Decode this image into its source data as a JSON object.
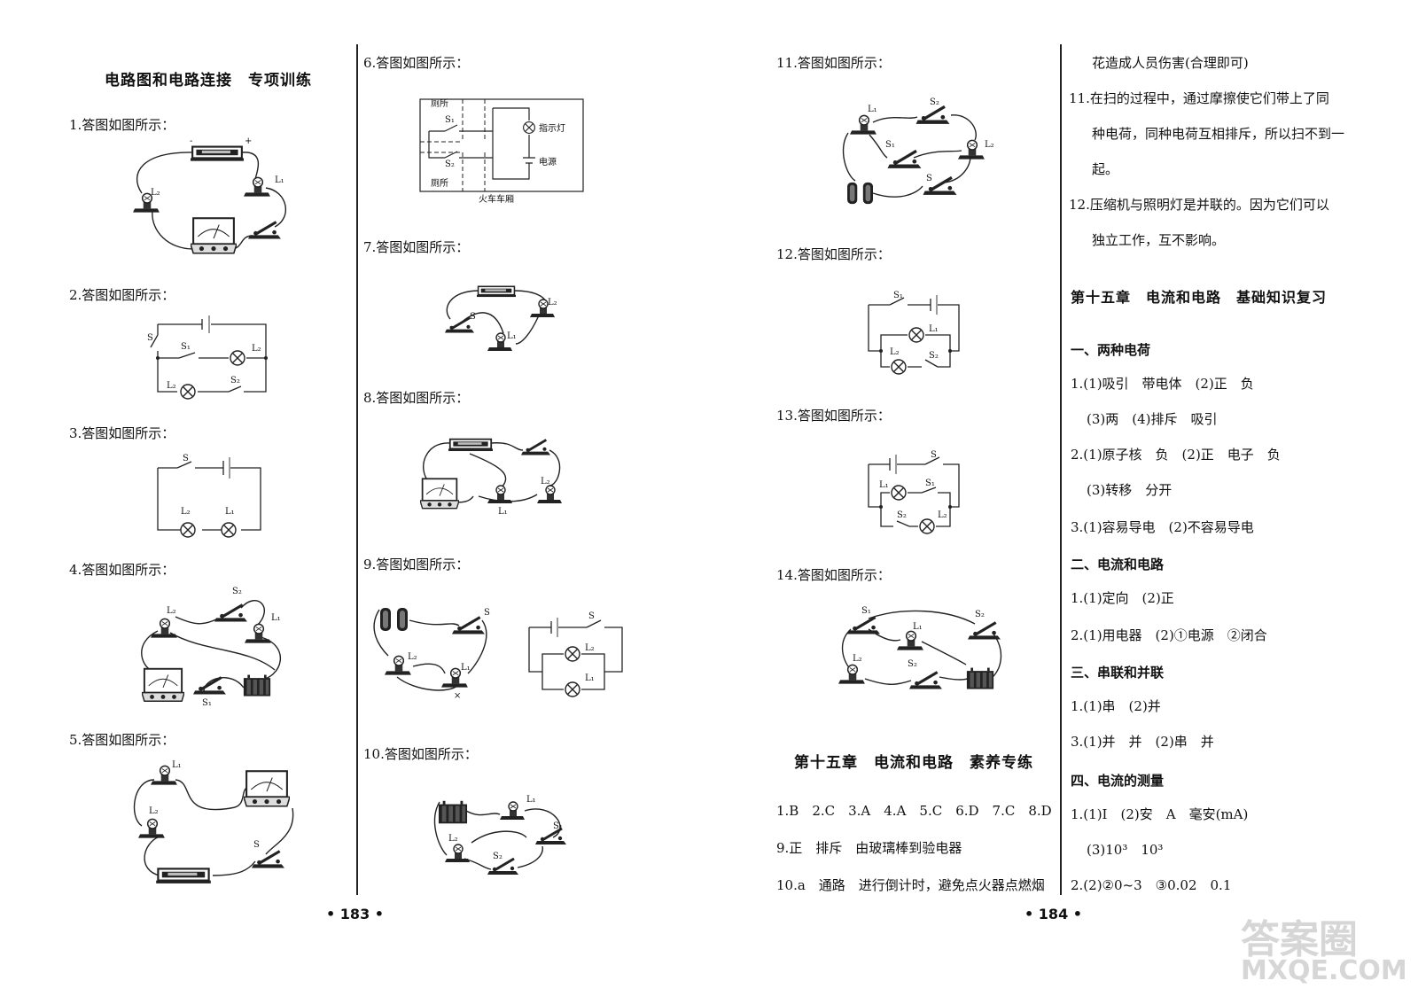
{
  "page183": {
    "title": "电路图和电路连接　专项训练",
    "answers": {
      "a1": "1.答图如图所示：",
      "a2": "2.答图如图所示：",
      "a3": "3.答图如图所示：",
      "a4": "4.答图如图所示：",
      "a5": "5.答图如图所示：",
      "a6": "6.答图如图所示：",
      "a7": "7.答图如图所示：",
      "a8": "8.答图如图所示：",
      "a9": "9.答图如图所示：",
      "a10": "10.答图如图所示："
    },
    "fig6": {
      "toilet_top": "厕所",
      "toilet_bottom": "厕所",
      "indicator": "指示灯",
      "power": "电源",
      "carriage": "火车车厢"
    },
    "page_number": "• 183 •"
  },
  "page184": {
    "answers": {
      "a11": "11.答图如图所示：",
      "a12": "12.答图如图所示：",
      "a13": "13.答图如图所示：",
      "a14": "14.答图如图所示："
    },
    "chapter_title": "第十五章　电流和电路　素养专练",
    "mc": "1.B　2.C　3.A　4.A　5.C　6.D　7.C　8.D",
    "q9": "9.正　排斥　由玻璃棒到验电器",
    "q10": "10.a　通路　进行倒计时，避免点火器点燃烟",
    "right": {
      "q10_cont": "花造成人员伤害(合理即可)",
      "q11_l1": "11.在扫的过程中，通过摩擦使它们带上了同",
      "q11_l2": "种电荷，同种电荷互相排斥，所以扫不到一",
      "q11_l3": "起。",
      "q12_l1": "12.压缩机与照明灯是并联的。因为它们可以",
      "q12_l2": "独立工作，互不影响。",
      "review_title": "第十五章　电流和电路　基础知识复习",
      "s1": "一、两种电荷",
      "s1_1a": "1.(1)吸引　带电体　(2)正　负",
      "s1_1b": "(3)两　(4)排斥　吸引",
      "s1_2a": "2.(1)原子核　负　(2)正　电子　负",
      "s1_2b": "(3)转移　分开",
      "s1_3": "3.(1)容易导电　(2)不容易导电",
      "s2": "二、电流和电路",
      "s2_1": "1.(1)定向　(2)正",
      "s2_2": "2.(1)用电器　(2)①电源　②闭合",
      "s3": "三、串联和并联",
      "s3_1": "1.(1)串　(2)并",
      "s3_3": "3.(1)并　并　(2)串　并",
      "s4": "四、电流的测量",
      "s4_1a": "1.(1)I　(2)安　A　毫安(mA)",
      "s4_1b": "(3)10³　10³",
      "s4_2": "2.(2)②0~3　③0.02　0.1"
    },
    "page_number": "• 184 •"
  },
  "watermark": {
    "top": "答案圈",
    "bottom": "MXQE.COM"
  }
}
